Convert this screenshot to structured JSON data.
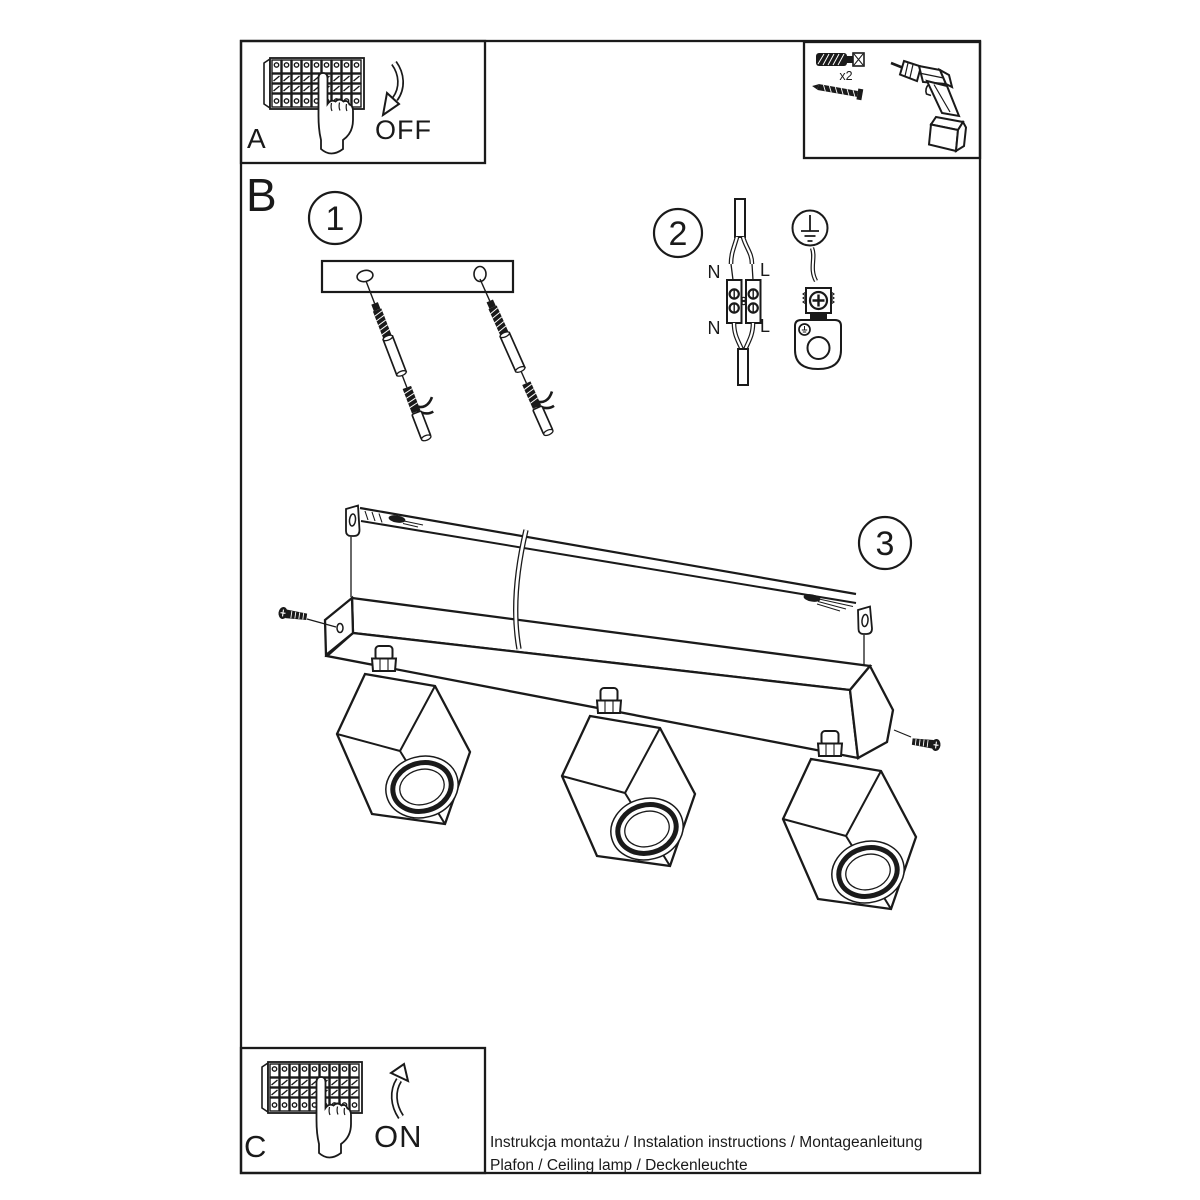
{
  "panel_a": {
    "letter": "A",
    "action": "OFF"
  },
  "panel_c": {
    "letter": "C",
    "action": "ON"
  },
  "section_label": "B",
  "steps": [
    {
      "number": "1"
    },
    {
      "number": "2"
    },
    {
      "number": "3"
    }
  ],
  "tools": {
    "quantity_label": "x2"
  },
  "wiring": {
    "top_left": "N",
    "top_right": "L",
    "bottom_left": "N",
    "bottom_right": "L"
  },
  "footer": {
    "line1": "Instrukcja montażu / Instalation instructions / Montageanleitung",
    "line2": "Plafon / Ceiling lamp / Deckenleuchte"
  },
  "colors": {
    "ink": "#1a1a1a",
    "paper": "#ffffff"
  }
}
